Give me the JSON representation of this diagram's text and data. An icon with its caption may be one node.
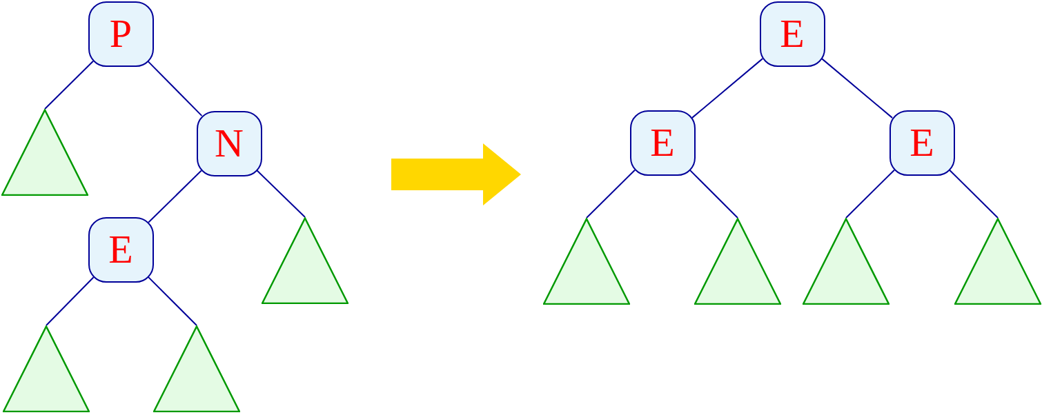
{
  "diagram": {
    "nodes": [
      {
        "text": [
          "P"
        ]
      },
      {
        "text": [],
        "shape": "triangle"
      },
      {
        "text": [
          "N"
        ]
      },
      {
        "text": [
          "E"
        ]
      },
      {
        "text": [],
        "shape": "triangle"
      },
      {
        "text": [],
        "shape": "triangle"
      },
      {
        "text": [],
        "shape": "triangle"
      },
      {
        "text": [
          "E"
        ]
      },
      {
        "text": [
          "E"
        ]
      },
      {
        "text": [
          "E"
        ]
      },
      {
        "text": [],
        "shape": "triangle"
      },
      {
        "text": [],
        "shape": "triangle"
      },
      {
        "text": [],
        "shape": "triangle"
      },
      {
        "text": [],
        "shape": "triangle"
      }
    ],
    "edges": [
      {
        "from": 0,
        "to": 1,
        "arrow": "none"
      },
      {
        "from": 0,
        "to": 2,
        "arrow": "none"
      },
      {
        "from": 2,
        "to": 3,
        "arrow": "none"
      },
      {
        "from": 2,
        "to": 4,
        "arrow": "none"
      },
      {
        "from": 3,
        "to": 5,
        "arrow": "none"
      },
      {
        "from": 3,
        "to": 6,
        "arrow": "none"
      },
      {
        "from": 7,
        "to": 8,
        "arrow": "none"
      },
      {
        "from": 7,
        "to": 9,
        "arrow": "none"
      },
      {
        "from": 8,
        "to": 10,
        "arrow": "none"
      },
      {
        "from": 8,
        "to": 11,
        "arrow": "none"
      },
      {
        "from": 9,
        "to": 12,
        "arrow": "none"
      },
      {
        "from": 9,
        "to": 13,
        "arrow": "none"
      }
    ]
  }
}
